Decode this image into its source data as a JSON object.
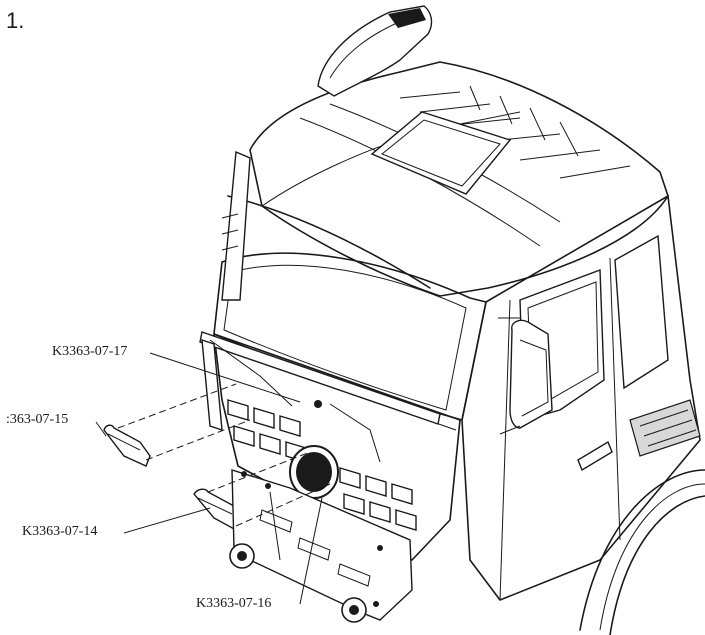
{
  "step": {
    "number": "1."
  },
  "callouts": [
    {
      "id": "k17",
      "text": "K3363-07-17"
    },
    {
      "id": "k15",
      "text": ":363-07-15"
    },
    {
      "id": "k14",
      "text": "K3363-07-14"
    },
    {
      "id": "k16",
      "text": "K3363-07-16"
    }
  ]
}
